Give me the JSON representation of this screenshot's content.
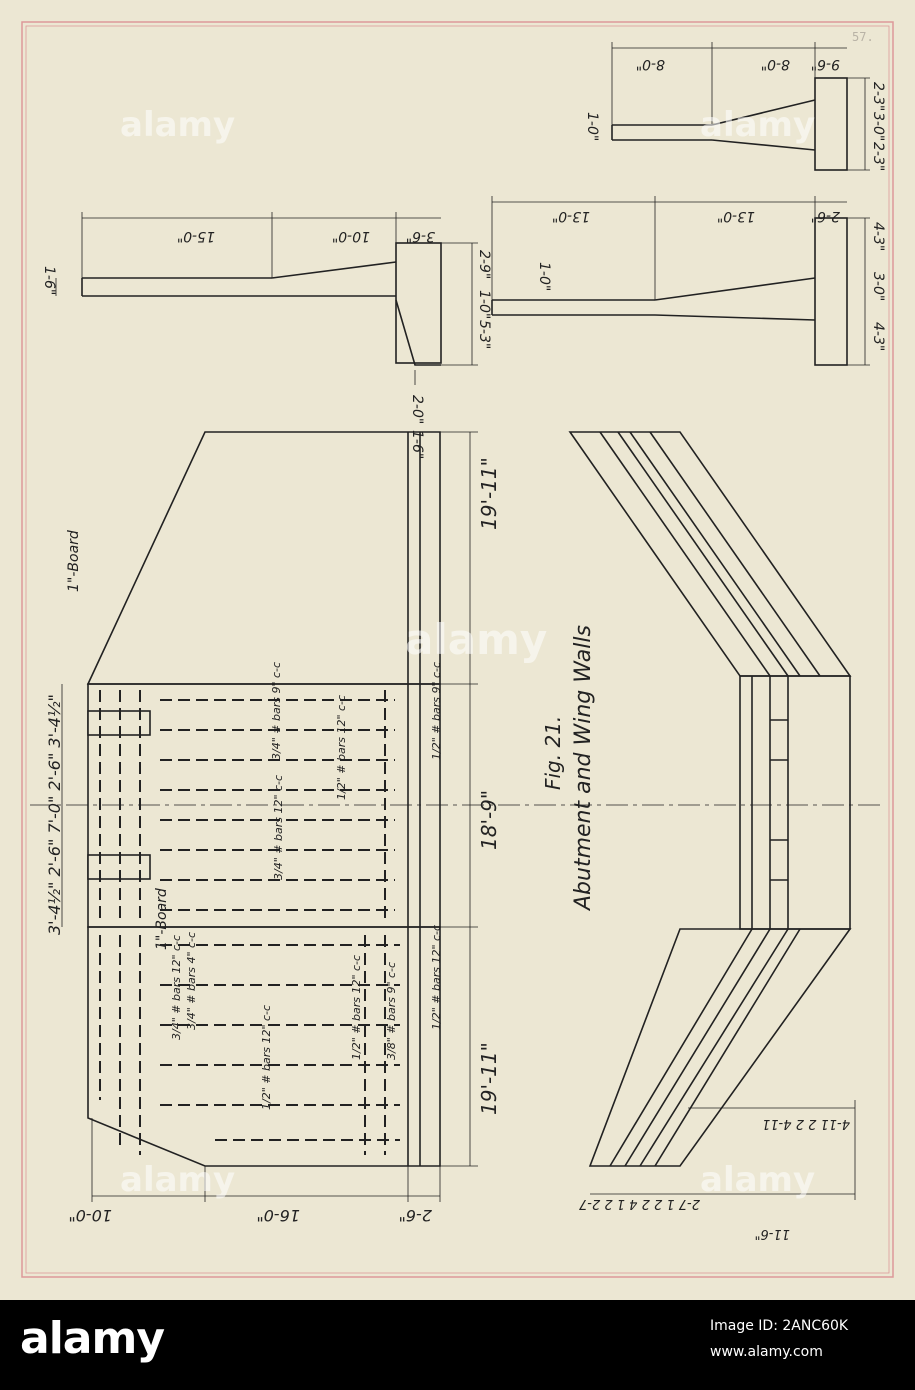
{
  "page_number": "57.",
  "figure": {
    "caption_fig": "Fig. 21.",
    "caption_title": "Abutment and Wing Walls"
  },
  "top_section_1": {
    "d1": "8-0\"",
    "d2": "8-0\"",
    "d3": "9-6\"",
    "h1": "1-0\"",
    "w1": "2-3\"",
    "w2": "3-0\"",
    "w3": "2-3\""
  },
  "top_section_2": {
    "d1": "15-0\"",
    "d2": "10-0\"",
    "d3": "3-6\"",
    "h1": "1-6\"",
    "w1": "2-9\"",
    "w2": "1-0\"",
    "w3": "5-3\"",
    "w4": "2-0\"",
    "w5": "1-6\""
  },
  "top_section_3": {
    "d1": "13-0\"",
    "d2": "13-0\"",
    "d3": "2-6\"",
    "h1": "1-0\"",
    "w1": "4-3\"",
    "w2": "3-0\"",
    "w3": "4-3\""
  },
  "elevation": {
    "board_top": "1\"-Board",
    "board_left": "1\"-Board",
    "d_wing_right": "19'-11\"",
    "d_center": "18'-9\"",
    "d_wing_left": "19'-11\"",
    "top_dims": "3'-4½\"  2'-6\"  7'-0\"  2'-6\"  3'-4½\"",
    "bars_1": "3/4\" # bars 9\" c-c",
    "bars_2": "1/2\" # bars 12\" c-c",
    "bars_3": "1/2\" # bars 9\" c-c",
    "bars_4": "3/4\" # bars 12\" c-c",
    "bars_5": "1/2\" # bars 12\" c-c",
    "bars_6": "3/4\" # bars 4\" c-c",
    "bars_7": "3/4\" # bars 12\" c-c",
    "bars_8": "1/2\" # bars 12\" c-c",
    "bars_9": "3/8\" # bars 9\" c-c",
    "bars_10": "1/2\" # bars 12\" c-c",
    "left_dims_a": "10-0\"",
    "left_dims_b": "16-0\"",
    "left_dims_c": "2-6\""
  },
  "plan": {
    "dims_a": "4-11  2 2  4-11",
    "dims_b": "2-7  1 2  2 4  1 2  2-7",
    "dims_c": "11-6\""
  },
  "watermark": {
    "text": "alamy"
  },
  "footer": {
    "logo": "alamy",
    "image_id": "Image ID: 2ANC60K",
    "url": "www.alamy.com"
  }
}
